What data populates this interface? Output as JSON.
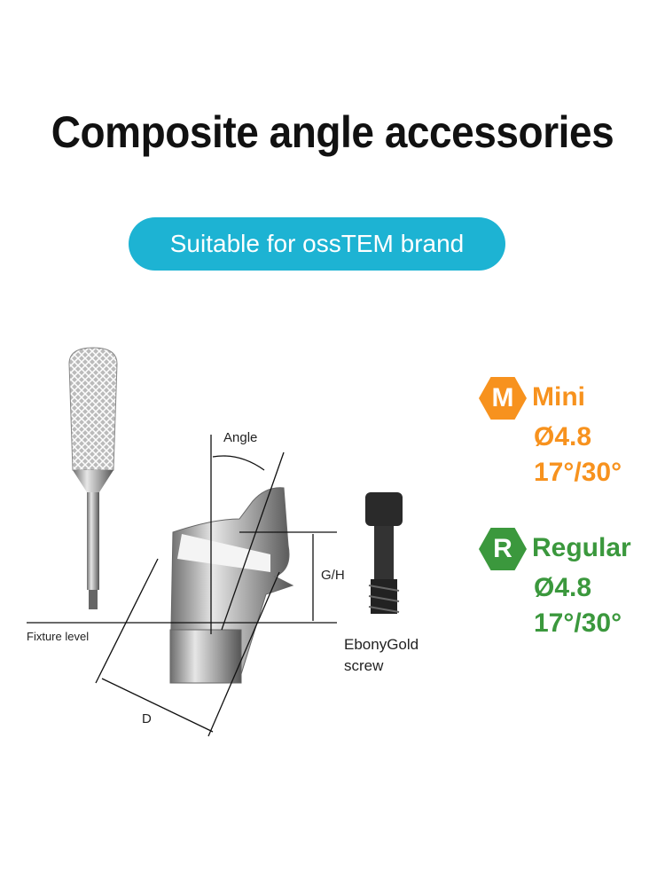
{
  "title": "Composite angle accessories",
  "badge": "Suitable for ossTEM brand",
  "diagram": {
    "angle_label": "Angle",
    "gh_label": "G/H",
    "fixture_label": "Fixture level",
    "d_label": "D",
    "screw_label_1": "EbonyGold",
    "screw_label_2": "screw"
  },
  "specs": [
    {
      "badge": "M",
      "name": "Mini",
      "diameter": "Ø4.8",
      "angles": "17°/30°",
      "color": "#f7921e"
    },
    {
      "badge": "R",
      "name": "Regular",
      "diameter": "Ø4.8",
      "angles": "17°/30°",
      "color": "#3b983d"
    }
  ]
}
